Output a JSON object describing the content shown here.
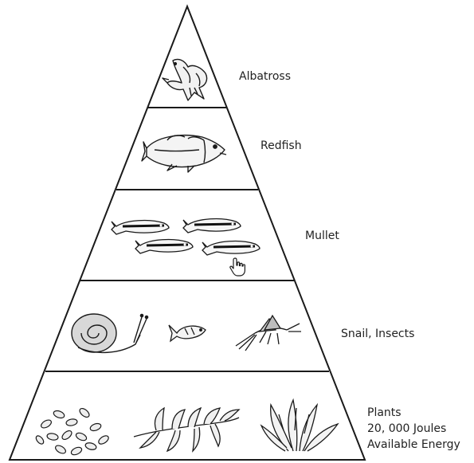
{
  "levels": [
    {
      "label": "Albatross"
    },
    {
      "label": "Redfish"
    },
    {
      "label": "Mullet"
    },
    {
      "label": "Snail, Insects"
    },
    {
      "label": "Plants",
      "lines": [
        "20, 000 Joules",
        "Available Energy"
      ]
    }
  ],
  "colors": {
    "line": "#1a1a1a",
    "fish_stripe": "#111111",
    "background": "#ffffff"
  },
  "icons": [
    "albatross-icon",
    "redfish-icon",
    "mullet-fish-icon",
    "snail-icon",
    "small-fish-icon",
    "mayfly-insect-icon",
    "seeds-icon",
    "seaweed-icon",
    "grass-icon",
    "hand-cursor-icon"
  ]
}
